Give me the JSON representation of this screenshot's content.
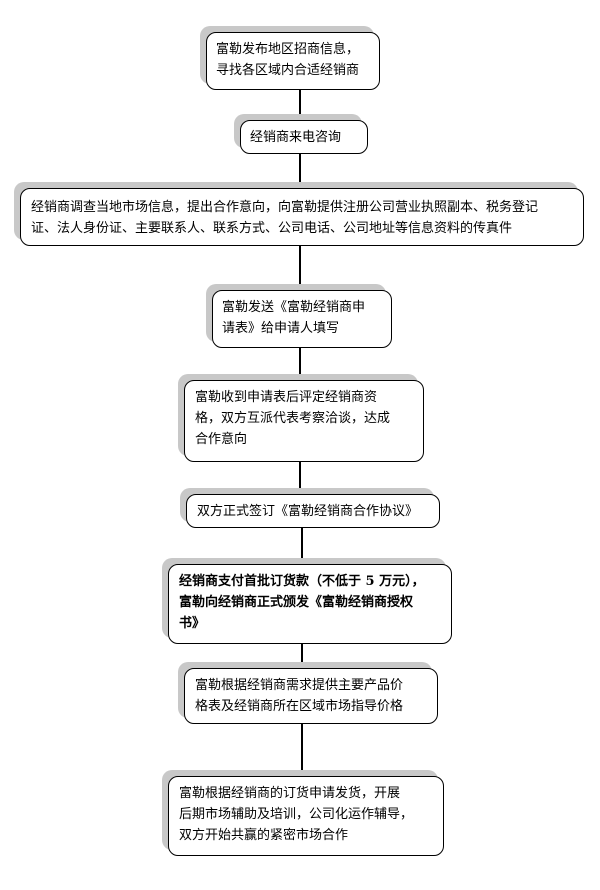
{
  "steps": [
    {
      "lines": [
        "富勒发布地区招商信息，",
        "寻找各区域内合适经销商"
      ],
      "bold": false
    },
    {
      "lines": [
        "经销商来电咨询"
      ],
      "bold": false
    },
    {
      "lines": [
        "经销商调查当地市场信息，提出合作意向，向富勒提供注册公司营业执照副本、税务登记",
        "证、法人身份证、主要联系人、联系方式、公司电话、公司地址等信息资料的传真件"
      ],
      "bold": false
    },
    {
      "lines": [
        "富勒发送《富勒经销商申",
        "请表》给申请人填写"
      ],
      "bold": false
    },
    {
      "lines": [
        "富勒收到申请表后评定经销商资",
        "格，双方互派代表考察洽谈，达成",
        "合作意向"
      ],
      "bold": false
    },
    {
      "lines": [
        "双方正式签订《富勒经销商合作协议》"
      ],
      "bold": false
    },
    {
      "lines": [
        "经销商支付首批订货款（不低于 5 万元），",
        "富勒向经销商正式颁发《富勒经销商授权",
        "书》"
      ],
      "bold": true
    },
    {
      "lines": [
        "富勒根据经销商需求提供主要产品价",
        "格表及经销商所在区域市场指导价格"
      ],
      "bold": false
    },
    {
      "lines": [
        "富勒根据经销商的订货申请发货，开展",
        "后期市场辅助及培训，公司化运作辅导，",
        "双方开始共赢的紧密市场合作"
      ],
      "bold": false
    }
  ]
}
